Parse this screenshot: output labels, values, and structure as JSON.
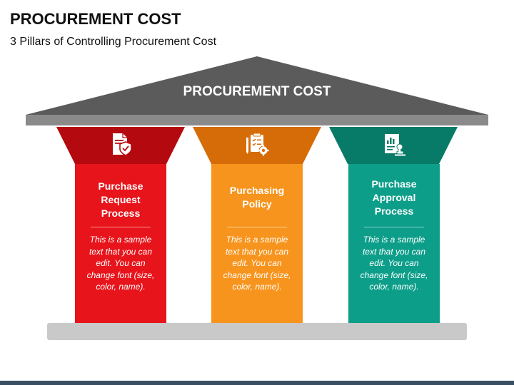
{
  "title": "PROCUREMENT COST",
  "subtitle": "3 Pillars of Controlling Procurement Cost",
  "roof_label": "PROCUREMENT COST",
  "colors": {
    "roof": "#5b5b5b",
    "roof_beam": "#8a8a8a",
    "base": "#c9c9c9",
    "bottom_bar": "#3b4f63"
  },
  "pillars": [
    {
      "title_lines": [
        "Purchase",
        "Request",
        "Process"
      ],
      "desc_lines": [
        "This is a sample",
        "text that you can",
        "edit. You can",
        "change font (size,",
        "color, name)."
      ],
      "icon": "document-shield-icon",
      "color": "#e8141b",
      "capital_color": "#b3090f"
    },
    {
      "title_lines": [
        "Purchasing",
        "Policy"
      ],
      "desc_lines": [
        "This is a sample",
        "text that you can",
        "edit. You can",
        "change font (size,",
        "color, name)."
      ],
      "icon": "checklist-gear-icon",
      "color": "#f7941d",
      "capital_color": "#d66c07"
    },
    {
      "title_lines": [
        "Purchase",
        "Approval",
        "Process"
      ],
      "desc_lines": [
        "This is a sample",
        "text that you can",
        "edit. You can",
        "change font (size,",
        "color, name)."
      ],
      "icon": "report-approval-icon",
      "color": "#0d9e8a",
      "capital_color": "#077a68"
    }
  ]
}
